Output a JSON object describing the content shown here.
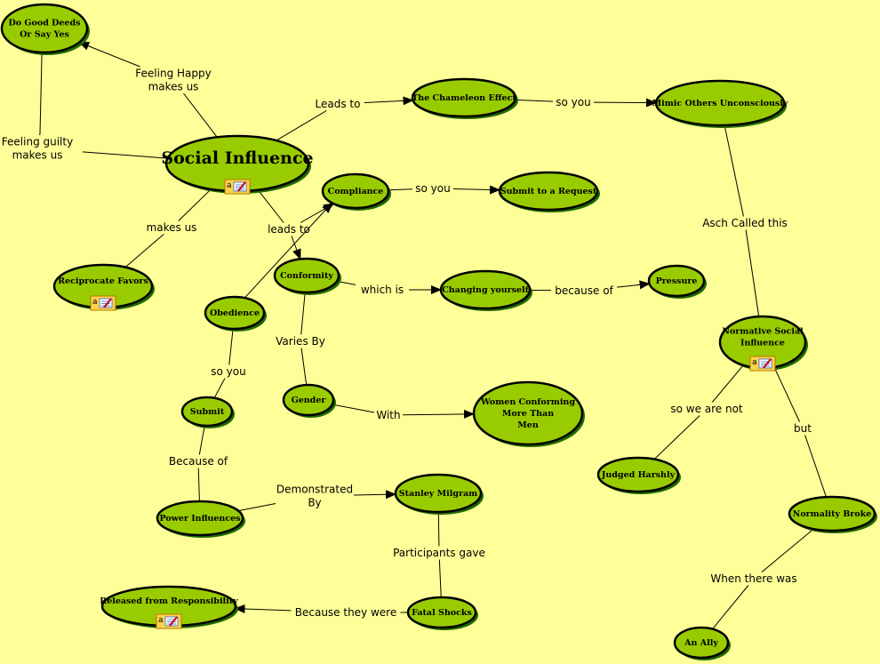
{
  "colors": {
    "background": "#ffff99",
    "node_fill": "#99cc00",
    "node_shadow": "#1f6b00",
    "stroke": "#000000"
  },
  "nodes": [
    {
      "id": "deeds",
      "label": "Do Good Deeds\nOr Say Yes"
    },
    {
      "id": "social",
      "label": "Social Influence",
      "icon": "annotation-icon",
      "big": true
    },
    {
      "id": "chameleon",
      "label": "The Chameleon Effect"
    },
    {
      "id": "mimic",
      "label": "Mimic Others Unconsciously"
    },
    {
      "id": "compliance",
      "label": "Compliance"
    },
    {
      "id": "submitreq",
      "label": "Submit to a Request"
    },
    {
      "id": "reciprocate",
      "label": "Reciprocate Favors",
      "icon": "annotation-icon"
    },
    {
      "id": "conformity",
      "label": "Conformity"
    },
    {
      "id": "changing",
      "label": "Changing yourself"
    },
    {
      "id": "pressure",
      "label": "Pressure"
    },
    {
      "id": "obedience",
      "label": "Obedience"
    },
    {
      "id": "normative",
      "label": "Normative Social\nInfluence",
      "icon": "annotation-icon"
    },
    {
      "id": "submit",
      "label": "Submit"
    },
    {
      "id": "gender",
      "label": "Gender"
    },
    {
      "id": "women",
      "label": "Women Conforming\nMore Than\nMen"
    },
    {
      "id": "judged",
      "label": "Judged Harshly"
    },
    {
      "id": "power",
      "label": "Power Influences"
    },
    {
      "id": "milgram",
      "label": "Stanley Milgram"
    },
    {
      "id": "normality",
      "label": "Normality Broke"
    },
    {
      "id": "released",
      "label": "Released from Responsibility",
      "icon": "annotation-icon"
    },
    {
      "id": "fatal",
      "label": "Fatal Shocks"
    },
    {
      "id": "ally",
      "label": "An Ally"
    }
  ],
  "links": [
    {
      "id": "l1",
      "label": "Feeling Happy\nmakes us",
      "from": [
        "social"
      ],
      "to": [
        "deeds"
      ],
      "arrow": true
    },
    {
      "id": "l2",
      "label": "Feeling guilty\nmakes us",
      "from": [
        "social"
      ],
      "to": [
        "deeds"
      ],
      "arrow": true
    },
    {
      "id": "l3",
      "label": "Leads to",
      "from": [
        "social"
      ],
      "to": [
        "chameleon"
      ],
      "arrow": true
    },
    {
      "id": "l4",
      "label": "so you",
      "from": [
        "chameleon"
      ],
      "to": [
        "mimic"
      ],
      "arrow": true
    },
    {
      "id": "l5",
      "label": "Asch Called this",
      "from": [
        "mimic"
      ],
      "to": [
        "normative"
      ],
      "arrow": false
    },
    {
      "id": "l6",
      "label": "leads to",
      "from": [
        "social"
      ],
      "to": [
        "compliance",
        "conformity"
      ],
      "arrow": true
    },
    {
      "id": "l7",
      "label": "so you",
      "from": [
        "compliance"
      ],
      "to": [
        "submitreq"
      ],
      "arrow": true
    },
    {
      "id": "l8",
      "label": "makes us",
      "from": [
        "social"
      ],
      "to": [
        "reciprocate"
      ],
      "arrow": false
    },
    {
      "id": "l9",
      "label": "which is",
      "from": [
        "conformity"
      ],
      "to": [
        "changing"
      ],
      "arrow": true
    },
    {
      "id": "l10",
      "label": "because of",
      "from": [
        "changing"
      ],
      "to": [
        "pressure"
      ],
      "arrow": true
    },
    {
      "id": "l11",
      "label": "Varies By",
      "from": [
        "conformity"
      ],
      "to": [
        "gender"
      ],
      "arrow": false
    },
    {
      "id": "l12",
      "label": "With",
      "from": [
        "gender"
      ],
      "to": [
        "women"
      ],
      "arrow": true
    },
    {
      "id": "l13",
      "label": "so you",
      "from": [
        "obedience"
      ],
      "to": [
        "submit"
      ],
      "arrow": false
    },
    {
      "id": "l14",
      "label": "Because of",
      "from": [
        "submit"
      ],
      "to": [
        "power"
      ],
      "arrow": false
    },
    {
      "id": "l15",
      "label": "Demonstrated\nBy",
      "from": [
        "power"
      ],
      "to": [
        "milgram"
      ],
      "arrow": true
    },
    {
      "id": "l16",
      "label": "Participants gave",
      "from": [
        "milgram"
      ],
      "to": [
        "fatal"
      ],
      "arrow": false
    },
    {
      "id": "l17",
      "label": "Because they were",
      "from": [
        "fatal"
      ],
      "to": [
        "released"
      ],
      "arrow": true
    },
    {
      "id": "l18",
      "label": "so we are not",
      "from": [
        "normative"
      ],
      "to": [
        "judged"
      ],
      "arrow": false
    },
    {
      "id": "l19",
      "label": "but",
      "from": [
        "normative"
      ],
      "to": [
        "normality"
      ],
      "arrow": false
    },
    {
      "id": "l20",
      "label": "When there was",
      "from": [
        "normality"
      ],
      "to": [
        "ally"
      ],
      "arrow": false
    }
  ],
  "direct_connections": [
    {
      "from": "obedience",
      "to": "compliance",
      "arrow": true
    }
  ]
}
